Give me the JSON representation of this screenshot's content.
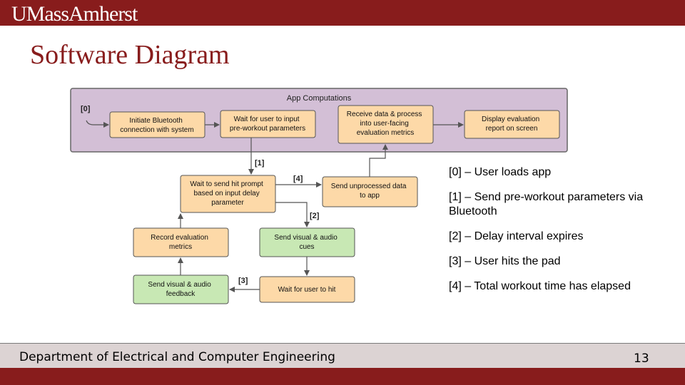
{
  "header": {
    "logo_text": "UMassAmherst",
    "brand_color": "#881c1c"
  },
  "slide": {
    "title": "Software Diagram"
  },
  "diagram": {
    "group_label": "App Computations",
    "nodes": {
      "initiate_bluetooth": [
        "Initiate Bluetooth",
        "connection with system"
      ],
      "wait_params": [
        "Wait for user to input",
        "pre-workout parameters"
      ],
      "receive_data": [
        "Receive data & process",
        "into user-facing",
        "evaluation metrics"
      ],
      "display_report": [
        "Display evaluation",
        "report on screen"
      ],
      "wait_hit_prompt": [
        "Wait to send hit prompt",
        "based on input delay",
        "parameter"
      ],
      "send_unprocessed": [
        "Send unprocessed data",
        "to app"
      ],
      "record_metrics": [
        "Record evaluation",
        "metrics"
      ],
      "send_cues": [
        "Send visual & audio",
        "cues"
      ],
      "send_feedback": [
        "Send visual & audio",
        "feedback"
      ],
      "wait_hit": [
        "Wait for user to hit"
      ]
    },
    "edge_labels": {
      "e0": "[0]",
      "e1": "[1]",
      "e2": "[2]",
      "e3": "[3]",
      "e4": "[4]"
    },
    "colors": {
      "group_fill": "#d3bfd6",
      "orange_fill": "#fdd9a8",
      "green_fill": "#c8e8b4",
      "arrow": "#555555"
    }
  },
  "legend": [
    "[0] – User loads app",
    "[1] – Send pre-workout parameters via Bluetooth",
    "[2] – Delay interval expires",
    "[3] – User hits the pad",
    "[4] – Total workout time has elapsed"
  ],
  "footer": {
    "department": "Department of Electrical and Computer Engineering",
    "page_number": "13"
  }
}
